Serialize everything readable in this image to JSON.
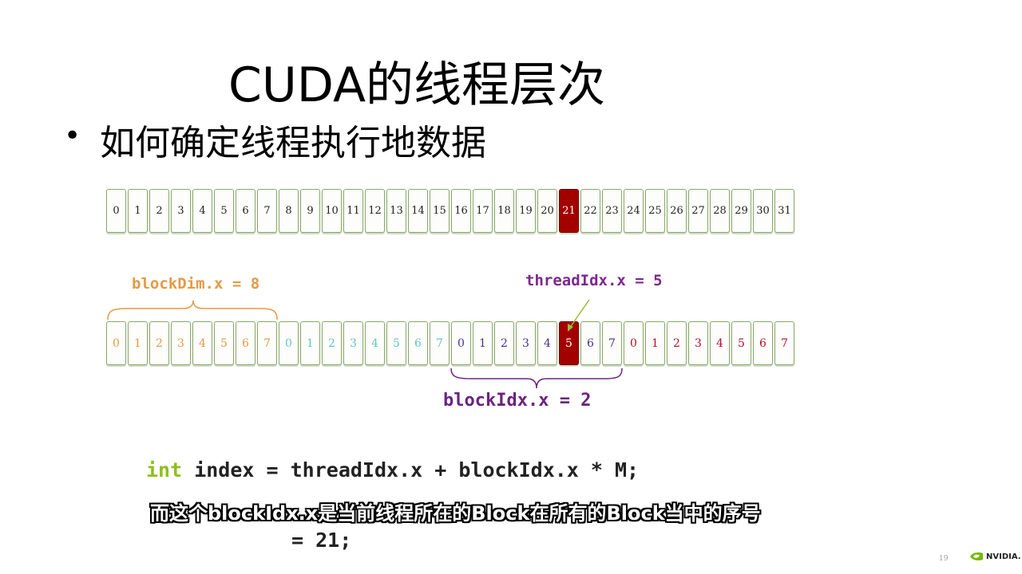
{
  "title": "CUDA的线程层次",
  "bullet": "如何确定线程执行地数据",
  "global_row": {
    "values": [
      "0",
      "1",
      "2",
      "3",
      "4",
      "5",
      "6",
      "7",
      "8",
      "9",
      "10",
      "11",
      "12",
      "13",
      "14",
      "15",
      "16",
      "17",
      "18",
      "19",
      "20",
      "21",
      "22",
      "23",
      "24",
      "25",
      "26",
      "27",
      "28",
      "29",
      "30",
      "31"
    ],
    "highlight_index": 21
  },
  "block_row": {
    "values": [
      "0",
      "1",
      "2",
      "3",
      "4",
      "5",
      "6",
      "7",
      "0",
      "1",
      "2",
      "3",
      "4",
      "5",
      "6",
      "7",
      "0",
      "1",
      "2",
      "3",
      "4",
      "5",
      "6",
      "7",
      "0",
      "1",
      "2",
      "3",
      "4",
      "5",
      "6",
      "7"
    ],
    "highlight_index": 21,
    "block_colors": [
      "#e39a45",
      "#5fc7bd",
      "#4a2e8c",
      "#b01030"
    ]
  },
  "labels": {
    "block_dim": "blockDim.x = 8",
    "thread_idx": "threadIdx.x = 5",
    "block_idx": "blockIdx.x = 2"
  },
  "code": {
    "keyword": "int",
    "line1_rest": " index = threadIdx.x + blockIdx.x * M;",
    "line2": "= 21;"
  },
  "subtitle": "而这个blockIdx.x是当前线程所在的Block在所有的Block当中的序号",
  "page_number": "19",
  "logo_text": "NVIDIA.",
  "colors": {
    "highlight": "#a30000",
    "cell_border": "#8aa86a",
    "brace_orange": "#e39a45",
    "brace_purple": "#6b2480",
    "arrow": "#9bbf2e",
    "nvidia_green": "#76b900"
  }
}
